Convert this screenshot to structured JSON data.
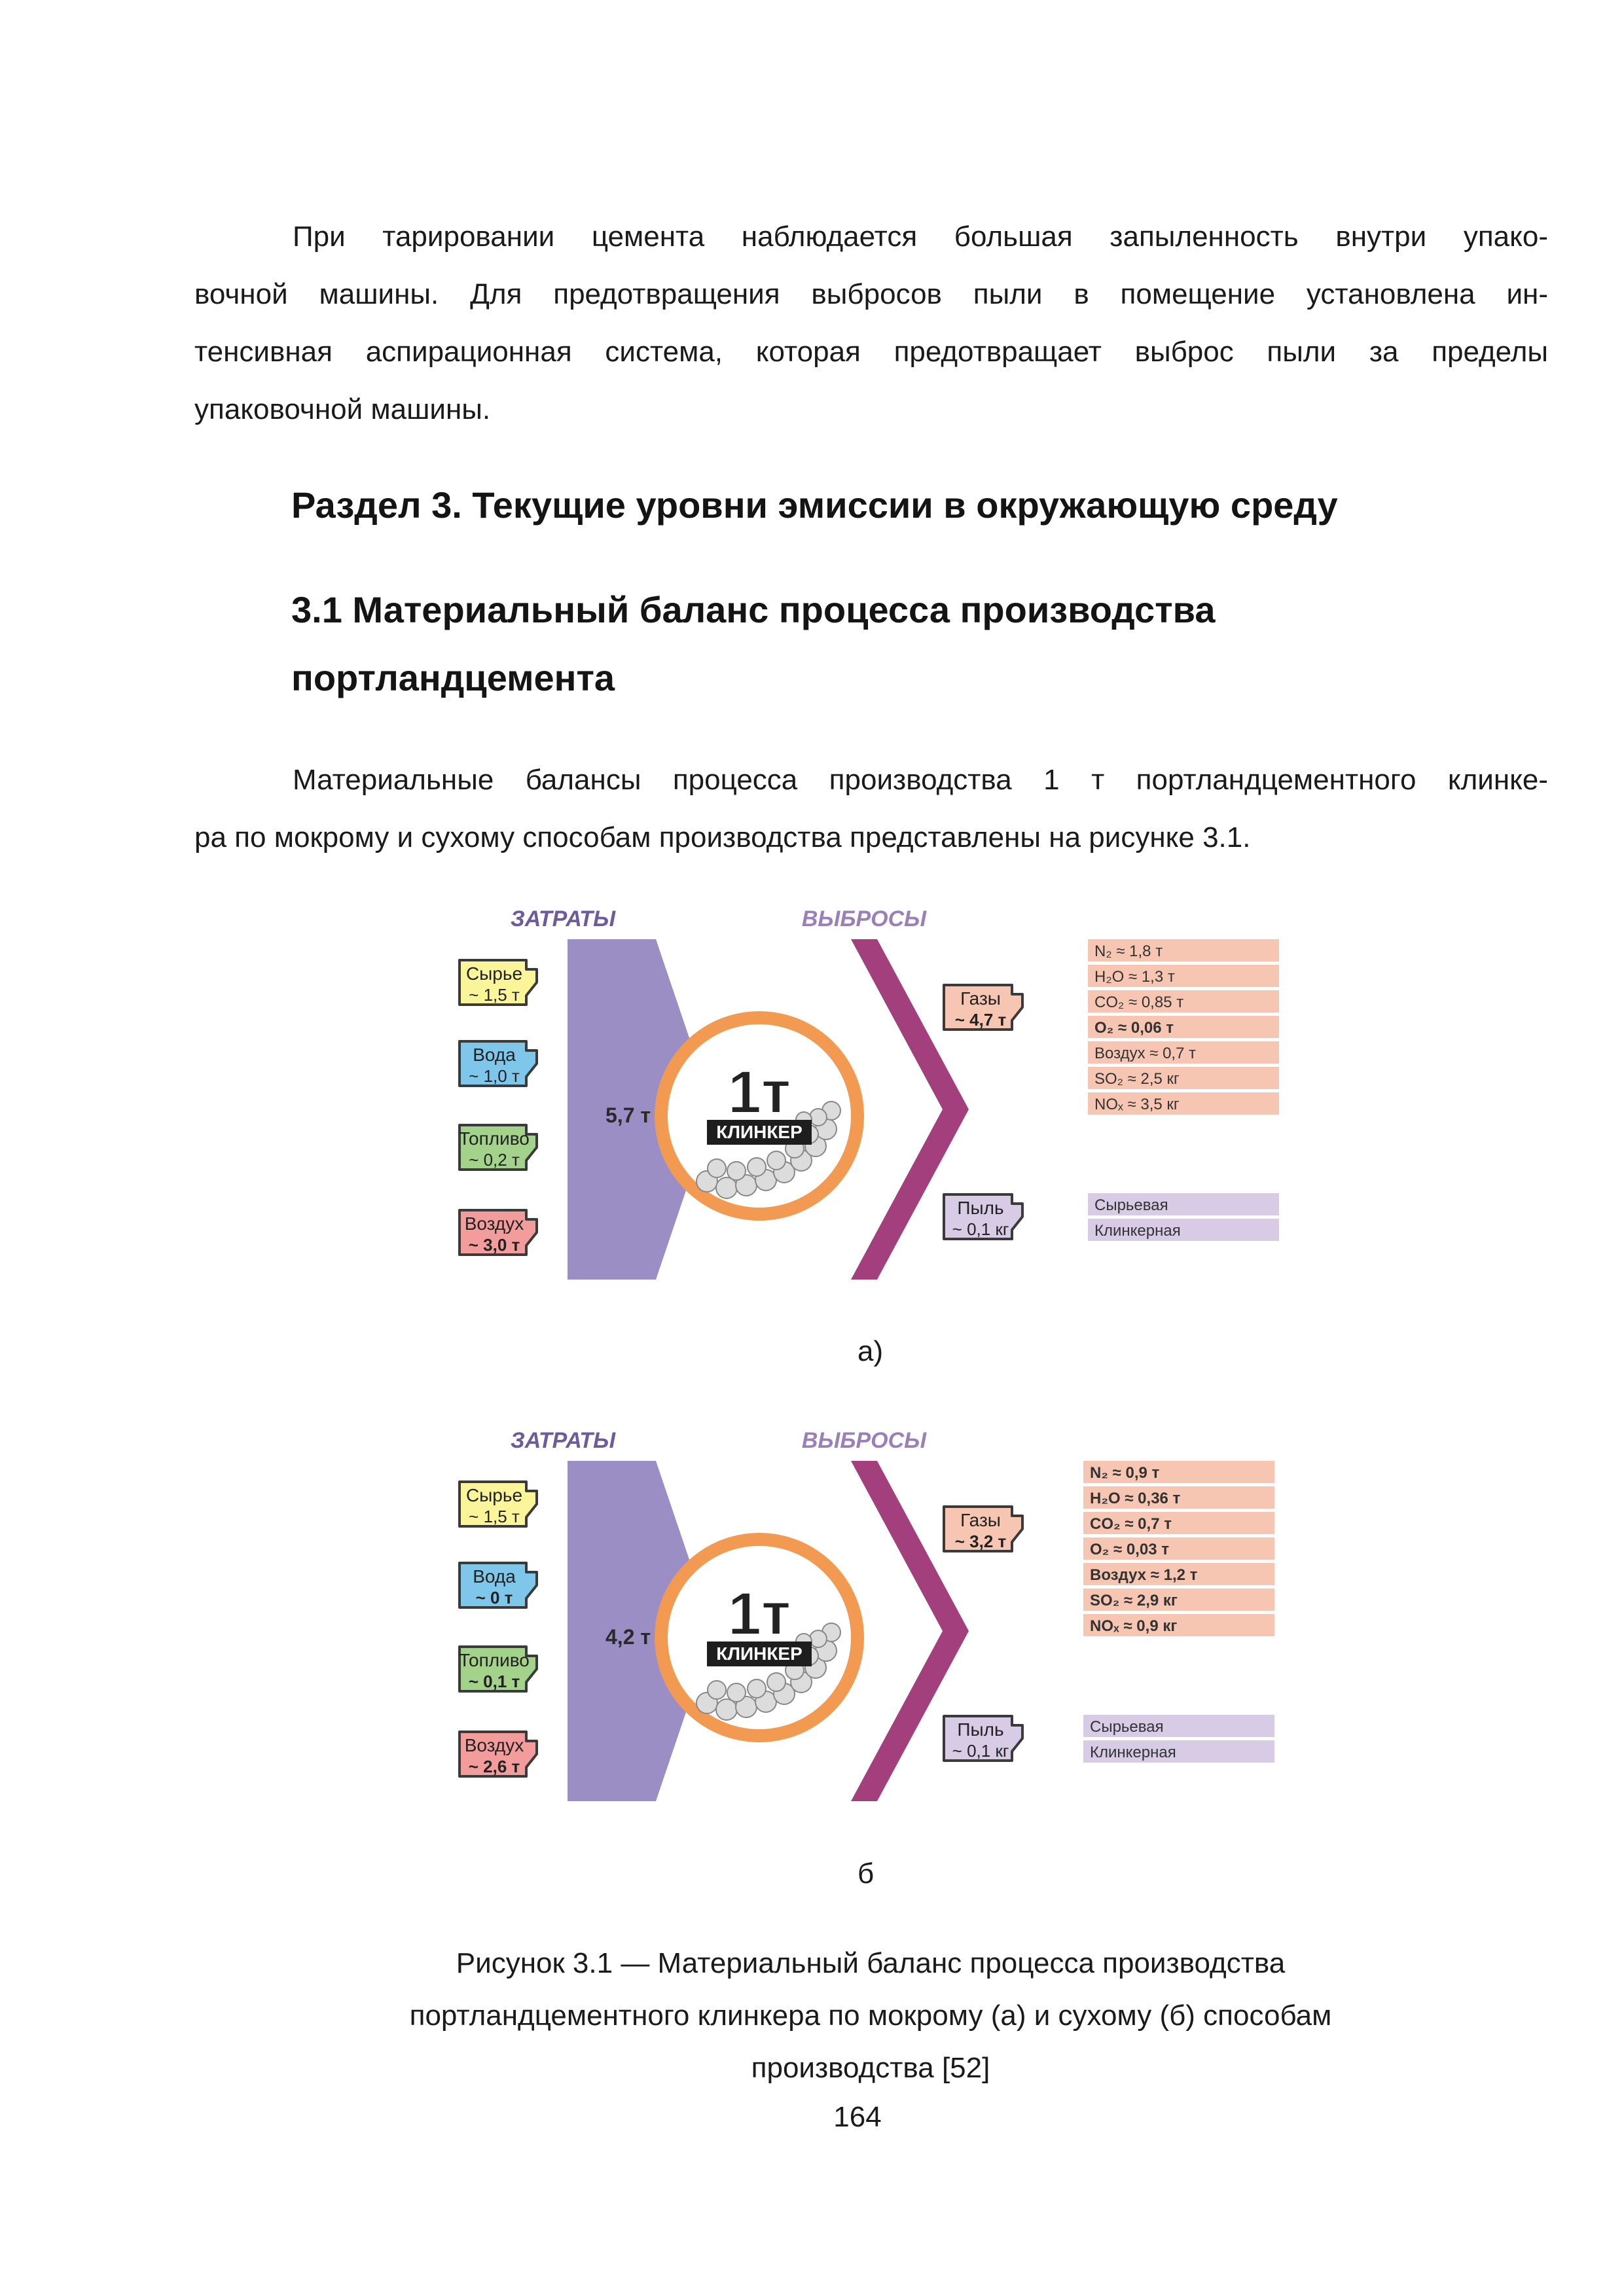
{
  "intro_paragraph": [
    "При тарировании цемента наблюдается большая запыленность внутри упако-",
    "вочной машины. Для предотвращения выбросов пыли в помещение установлена ин-",
    "тенсивная аспирационная система, которая предотвращает выброс пыли за пределы",
    "упаковочной машины."
  ],
  "section_heading": "Раздел 3. Текущие уровни эмиссии в окружающую среду",
  "subsection_heading": [
    "3.1 Материальный баланс процесса производства",
    "портландцемента"
  ],
  "balance_paragraph": [
    "Материальные балансы процесса производства 1 т портландцементного клинке-",
    "ра по мокрому и сухому способам производства представлены на рисунке 3.1."
  ],
  "colors": {
    "raw": "#fbf59a",
    "water": "#7ec7ea",
    "fuel": "#a3d38a",
    "air": "#f29c9c",
    "inputs_arrow": "#9b8ec4",
    "outputs_arrow": "#a33f7d",
    "ring": "#f29a52",
    "gas_row": "#f6c6b3",
    "dust_row": "#d7cbe6",
    "title_purple": "#6e5a9c"
  },
  "diagrams": [
    {
      "label": "а)",
      "inputs_title": "ЗАТРАТЫ",
      "outputs_title": "ВЫБРОСЫ",
      "inputs": [
        {
          "name": "Сырье",
          "value": "~ 1,5 т"
        },
        {
          "name": "Вода",
          "value": "~ 1,0 т"
        },
        {
          "name": "Топливо",
          "value": "~ 0,2 т"
        },
        {
          "name": "Воздух",
          "value": "~ 3,0 т"
        }
      ],
      "total": "5,7 т",
      "center_big": "1т",
      "center_label": "КЛИНКЕР",
      "gases": {
        "name": "Газы",
        "value": "~ 4,7 т"
      },
      "dust": {
        "name": "Пыль",
        "value": "~ 0,1 кг"
      },
      "gas_items": [
        "N₂ ≈ 1,8 т",
        "H₂O ≈ 1,3 т",
        "CO₂ ≈ 0,85 т",
        "O₂ ≈ 0,06 т",
        "Воздух ≈ 0,7 т",
        "SO₂ ≈ 2,5 кг",
        "NOₓ ≈ 3,5 кг"
      ],
      "dust_items": [
        "Сырьевая",
        "Клинкерная"
      ]
    },
    {
      "label": "б",
      "inputs_title": "ЗАТРАТЫ",
      "outputs_title": "ВЫБРОСЫ",
      "inputs": [
        {
          "name": "Сырье",
          "value": "~ 1,5 т"
        },
        {
          "name": "Вода",
          "value": "~ 0 т"
        },
        {
          "name": "Топливо",
          "value": "~ 0,1 т"
        },
        {
          "name": "Воздух",
          "value": "~ 2,6 т"
        }
      ],
      "total": "4,2 т",
      "center_big": "1т",
      "center_label": "КЛИНКЕР",
      "gases": {
        "name": "Газы",
        "value": "~ 3,2 т"
      },
      "dust": {
        "name": "Пыль",
        "value": "~ 0,1 кг"
      },
      "gas_items": [
        "N₂ ≈ 0,9 т",
        "H₂O ≈ 0,36 т",
        "CO₂ ≈ 0,7 т",
        "O₂ ≈ 0,03 т",
        "Воздух ≈ 1,2 т",
        "SO₂ ≈ 2,9 кг",
        "NOₓ ≈ 0,9 кг"
      ],
      "dust_items": [
        "Сырьевая",
        "Клинкерная"
      ]
    }
  ],
  "figure_caption": [
    "Рисунок 3.1  — Материальный баланс процесса производства",
    "портландцементного клинкера по мокрому (а) и сухому (б) способам",
    "производства [52]"
  ],
  "page_number": "164"
}
